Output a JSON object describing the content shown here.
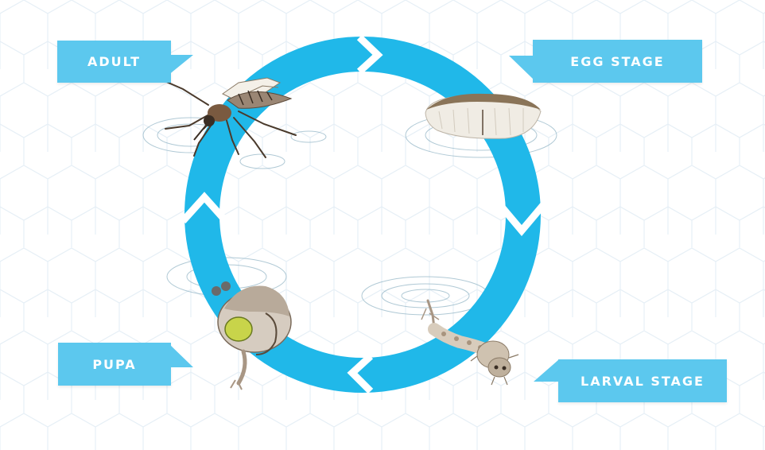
{
  "labels": {
    "adult": "ADULT",
    "egg_stage": "EGG STAGE",
    "pupa": "PUPA",
    "larval_stage": "LARVAL STAGE"
  },
  "colors": {
    "ring": "#20b8e9",
    "callout": "#5cc8ee",
    "callout_text": "#ffffff",
    "hex_grid": "#e6eff6"
  }
}
